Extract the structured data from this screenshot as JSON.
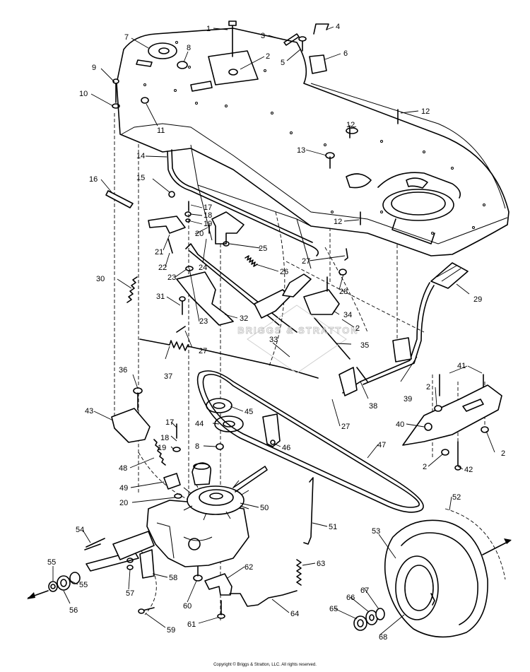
{
  "watermark": "BRIGGS & STRATTON",
  "copyright": "Copyright © Briggs & Stratton, LLC. All rights reserved.",
  "callouts": [
    {
      "id": "c1",
      "label": "1"
    },
    {
      "id": "c2a",
      "label": "2"
    },
    {
      "id": "c3",
      "label": "3"
    },
    {
      "id": "c4",
      "label": "4"
    },
    {
      "id": "c5",
      "label": "5"
    },
    {
      "id": "c6",
      "label": "6"
    },
    {
      "id": "c7",
      "label": "7"
    },
    {
      "id": "c8a",
      "label": "8"
    },
    {
      "id": "c9",
      "label": "9"
    },
    {
      "id": "c10",
      "label": "10"
    },
    {
      "id": "c11",
      "label": "11"
    },
    {
      "id": "c12a",
      "label": "12"
    },
    {
      "id": "c12b",
      "label": "12"
    },
    {
      "id": "c12c",
      "label": "12"
    },
    {
      "id": "c13",
      "label": "13"
    },
    {
      "id": "c14",
      "label": "14"
    },
    {
      "id": "c15",
      "label": "15"
    },
    {
      "id": "c16",
      "label": "16"
    },
    {
      "id": "c17a",
      "label": "17"
    },
    {
      "id": "c18a",
      "label": "18"
    },
    {
      "id": "c19a",
      "label": "19"
    },
    {
      "id": "c20a",
      "label": "20"
    },
    {
      "id": "c21",
      "label": "21"
    },
    {
      "id": "c22",
      "label": "22"
    },
    {
      "id": "c23a",
      "label": "23"
    },
    {
      "id": "c24",
      "label": "24"
    },
    {
      "id": "c25",
      "label": "25"
    },
    {
      "id": "c26",
      "label": "26"
    },
    {
      "id": "c27a",
      "label": "27"
    },
    {
      "id": "c28",
      "label": "28"
    },
    {
      "id": "c29",
      "label": "29"
    },
    {
      "id": "c30",
      "label": "30"
    },
    {
      "id": "c31",
      "label": "31"
    },
    {
      "id": "c23b",
      "label": "23"
    },
    {
      "id": "c32",
      "label": "32"
    },
    {
      "id": "c34",
      "label": "34"
    },
    {
      "id": "c2b",
      "label": "2"
    },
    {
      "id": "c27b",
      "label": "27"
    },
    {
      "id": "c33",
      "label": "33"
    },
    {
      "id": "c35",
      "label": "35"
    },
    {
      "id": "c36",
      "label": "36"
    },
    {
      "id": "c37",
      "label": "37"
    },
    {
      "id": "c38",
      "label": "38"
    },
    {
      "id": "c39",
      "label": "39"
    },
    {
      "id": "c41",
      "label": "41"
    },
    {
      "id": "c2c",
      "label": "2"
    },
    {
      "id": "c43",
      "label": "43"
    },
    {
      "id": "c45",
      "label": "45"
    },
    {
      "id": "c27c",
      "label": "27"
    },
    {
      "id": "c44",
      "label": "44"
    },
    {
      "id": "c40",
      "label": "40"
    },
    {
      "id": "c2d",
      "label": "2"
    },
    {
      "id": "c17b",
      "label": "17"
    },
    {
      "id": "c18b",
      "label": "18"
    },
    {
      "id": "c19b",
      "label": "19"
    },
    {
      "id": "c8b",
      "label": "8"
    },
    {
      "id": "c46",
      "label": "46"
    },
    {
      "id": "c47",
      "label": "47"
    },
    {
      "id": "c48",
      "label": "48"
    },
    {
      "id": "c2e",
      "label": "2"
    },
    {
      "id": "c42",
      "label": "42"
    },
    {
      "id": "c49",
      "label": "49"
    },
    {
      "id": "c20b",
      "label": "20"
    },
    {
      "id": "c50",
      "label": "50"
    },
    {
      "id": "c52",
      "label": "52"
    },
    {
      "id": "c51",
      "label": "51"
    },
    {
      "id": "c53",
      "label": "53"
    },
    {
      "id": "c54",
      "label": "54"
    },
    {
      "id": "c55a",
      "label": "55"
    },
    {
      "id": "c55b",
      "label": "55"
    },
    {
      "id": "c56",
      "label": "56"
    },
    {
      "id": "c57",
      "label": "57"
    },
    {
      "id": "c58",
      "label": "58"
    },
    {
      "id": "c62",
      "label": "62"
    },
    {
      "id": "c63",
      "label": "63"
    },
    {
      "id": "c60",
      "label": "60"
    },
    {
      "id": "c59",
      "label": "59"
    },
    {
      "id": "c61",
      "label": "61"
    },
    {
      "id": "c64",
      "label": "64"
    },
    {
      "id": "c67",
      "label": "67"
    },
    {
      "id": "c66",
      "label": "66"
    },
    {
      "id": "c65",
      "label": "65"
    },
    {
      "id": "c68",
      "label": "68"
    }
  ]
}
